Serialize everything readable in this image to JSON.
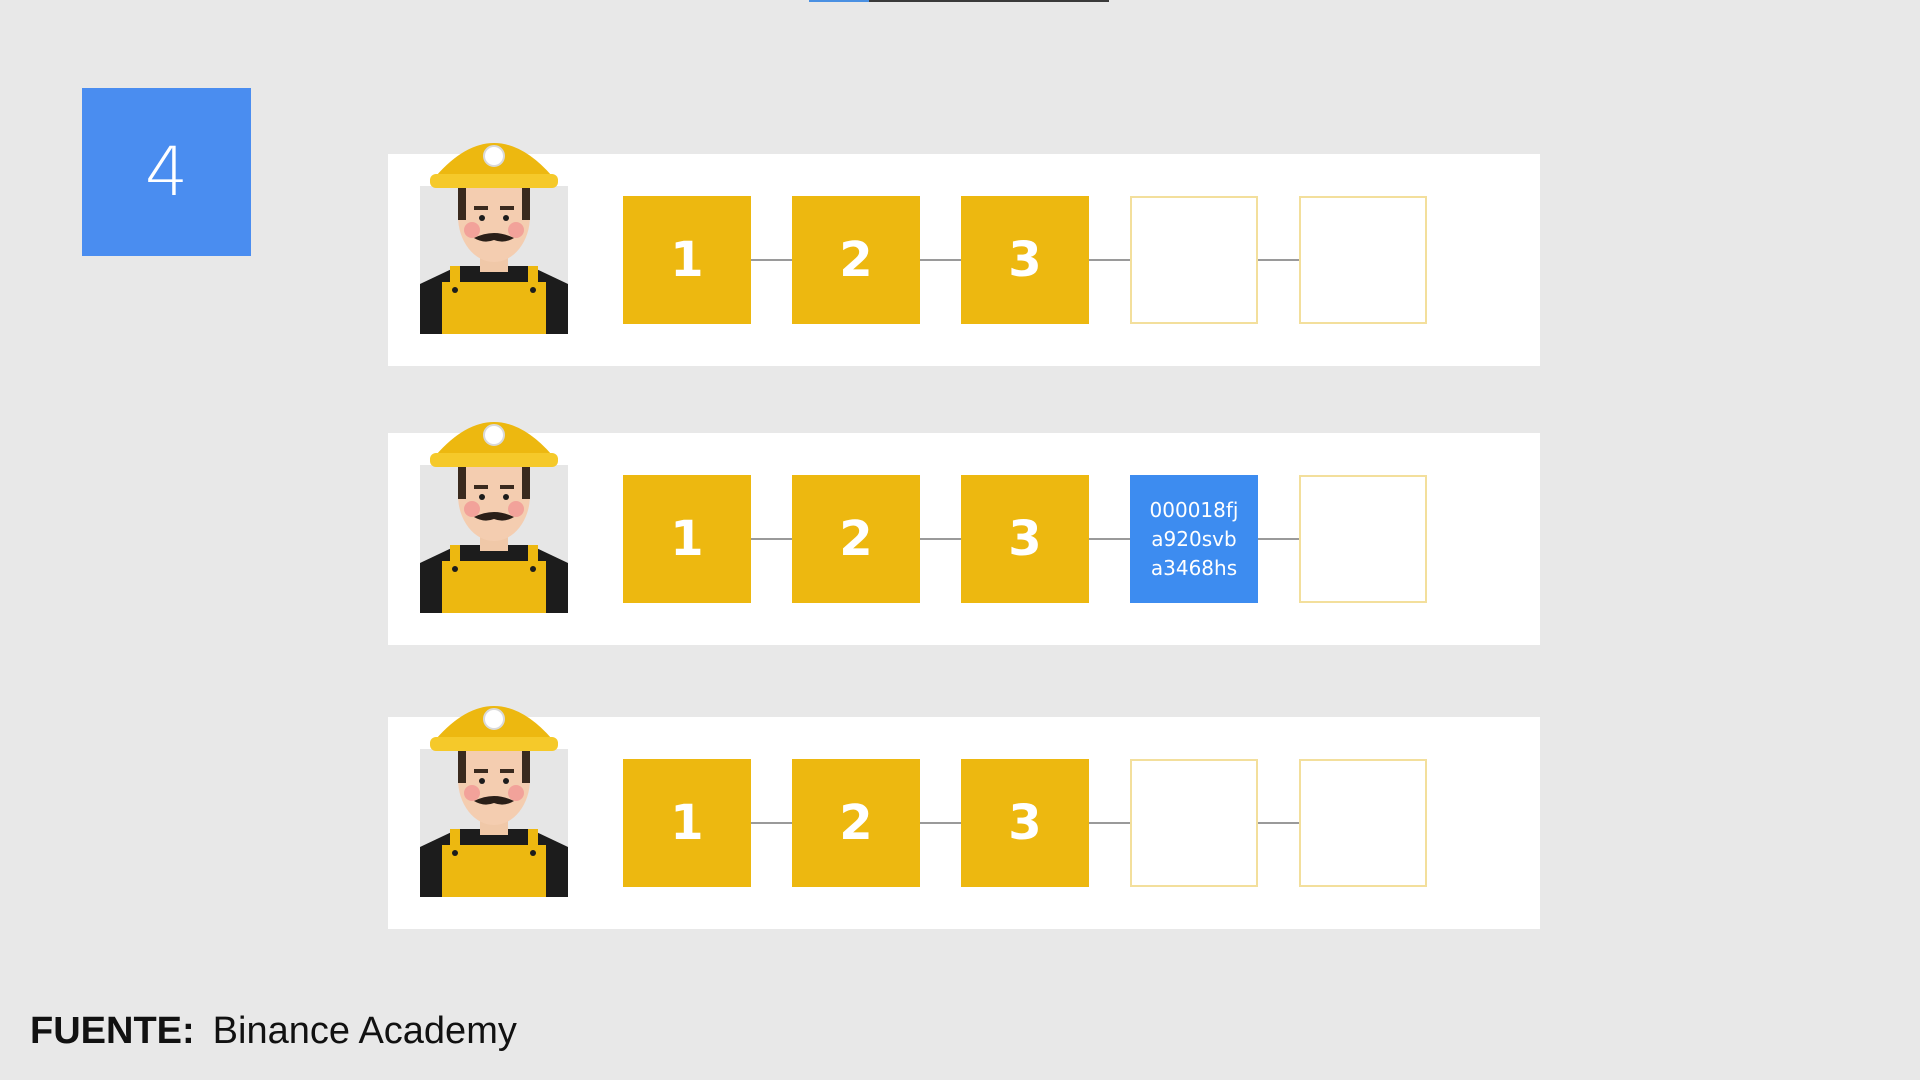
{
  "step_number": "4",
  "progress_fraction": 0.2,
  "colors": {
    "block_filled": "#edb810",
    "block_hash": "#3d8cf0",
    "step_badge": "#4a8df0",
    "block_empty_border": "#f3df9c"
  },
  "rows": [
    {
      "miner_icon": "miner-icon",
      "blocks": [
        {
          "type": "filled",
          "label": "1"
        },
        {
          "type": "filled",
          "label": "2"
        },
        {
          "type": "filled",
          "label": "3"
        },
        {
          "type": "empty",
          "label": ""
        },
        {
          "type": "empty",
          "label": ""
        }
      ]
    },
    {
      "miner_icon": "miner-icon",
      "blocks": [
        {
          "type": "filled",
          "label": "1"
        },
        {
          "type": "filled",
          "label": "2"
        },
        {
          "type": "filled",
          "label": "3"
        },
        {
          "type": "hash",
          "label": "000018fj\na920svb\na3468hs"
        },
        {
          "type": "empty",
          "label": ""
        }
      ]
    },
    {
      "miner_icon": "miner-icon",
      "blocks": [
        {
          "type": "filled",
          "label": "1"
        },
        {
          "type": "filled",
          "label": "2"
        },
        {
          "type": "filled",
          "label": "3"
        },
        {
          "type": "empty",
          "label": ""
        },
        {
          "type": "empty",
          "label": ""
        }
      ]
    }
  ],
  "source": {
    "label": "FUENTE:",
    "value": "Binance Academy"
  }
}
